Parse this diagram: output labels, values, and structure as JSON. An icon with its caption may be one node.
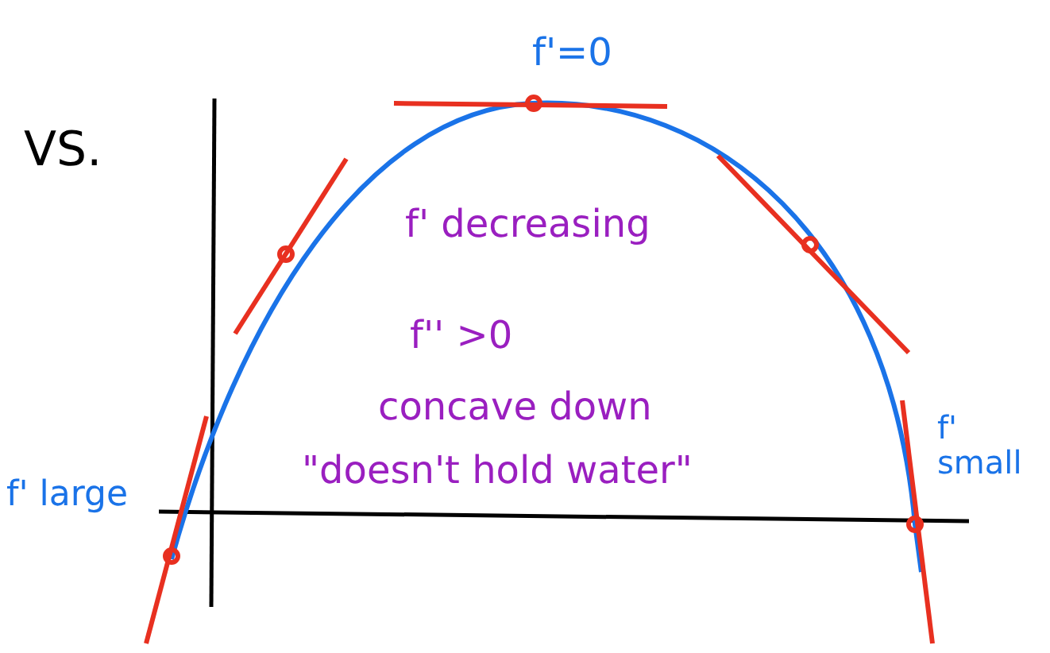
{
  "diagram": {
    "labels": [
      "VS.",
      "f'=0",
      "f' decreasing",
      "f'' >0",
      "concave down",
      "\"doesn't hold water\"",
      "f' large",
      "f' small"
    ]
  }
}
